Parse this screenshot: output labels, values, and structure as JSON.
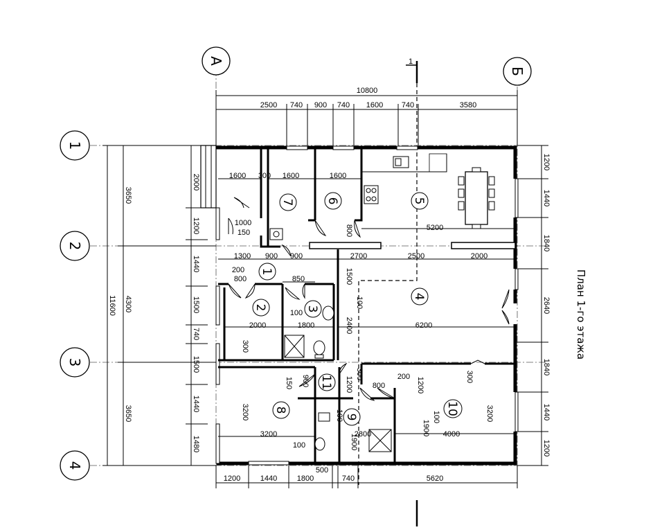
{
  "title": "План 1-го этажа",
  "axes": {
    "letters": [
      "А",
      "Б"
    ],
    "numbers": [
      "1",
      "2",
      "3",
      "4"
    ]
  },
  "section_mark": "1",
  "dims_top": {
    "overall": "10800",
    "segments": [
      "2500",
      "740",
      "900",
      "740",
      "1600",
      "740",
      "3580"
    ]
  },
  "dims_bottom": [
    "1200",
    "1440",
    "1800",
    "500",
    "740",
    "5620"
  ],
  "dims_left_outer": {
    "overall": "11600",
    "parts": [
      "3650",
      "4300",
      "3650"
    ]
  },
  "dims_left_inner": [
    "2000",
    "1200",
    "1440",
    "1500",
    "740",
    "1500",
    "1440",
    "1480"
  ],
  "dims_right": [
    "1200",
    "1440",
    "1840",
    "2640",
    "1840",
    "1440",
    "1200"
  ],
  "rooms": [
    "1",
    "2",
    "3",
    "4",
    "5",
    "6",
    "7",
    "8",
    "9",
    "10",
    "11"
  ],
  "interior_dims": {
    "d1600a": "1600",
    "d300": "300",
    "d1600b": "1600",
    "d1600c": "1600",
    "d1000": "1000",
    "d150a": "150",
    "d800a": "800",
    "d5200": "5200",
    "d1300": "1300",
    "d900a": "900",
    "d900b": "900",
    "d2700": "2700",
    "d2500": "2500",
    "d2000a": "2000",
    "d200a": "200",
    "d800b": "800",
    "d850": "850",
    "d1500": "1500",
    "d100a": "100",
    "d100b": "100",
    "d2000b": "2000",
    "d1800": "1800",
    "d2400": "2400",
    "d6200": "6200",
    "d300b": "300",
    "d300c": "300",
    "d1200a": "1200",
    "d300d": "300",
    "d150b": "150",
    "d900c": "900",
    "d800c": "800",
    "d200b": "200",
    "d1200b": "1200",
    "d3200a": "3200",
    "d3200b": "3200",
    "d100c": "100",
    "d1900a": "1900",
    "d100d": "100",
    "d1900b": "1900",
    "d3200c": "3200",
    "d100e": "100",
    "d2800": "2800",
    "d4000": "4000"
  }
}
